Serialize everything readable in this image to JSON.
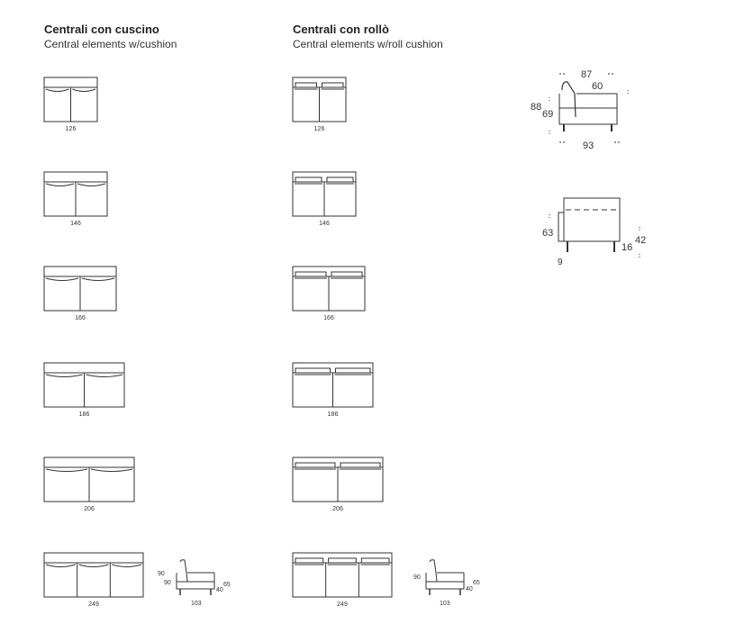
{
  "sections": {
    "cushion": {
      "title": "Centrali con cuscino",
      "subtitle": "Central elements w/cushion"
    },
    "roll": {
      "title": "Centrali con rollò",
      "subtitle": "Central elements w/roll cushion"
    }
  },
  "cushion_modules": [
    {
      "width_label": "126",
      "seats": 2
    },
    {
      "width_label": "146",
      "seats": 2
    },
    {
      "width_label": "166",
      "seats": 2
    },
    {
      "width_label": "186",
      "seats": 2
    },
    {
      "width_label": "206",
      "seats": 2
    },
    {
      "width_label": "249",
      "seats": 3
    }
  ],
  "roll_modules": [
    {
      "width_label": "126",
      "seats": 2
    },
    {
      "width_label": "146",
      "seats": 2
    },
    {
      "width_label": "166",
      "seats": 2
    },
    {
      "width_label": "186",
      "seats": 2
    },
    {
      "width_label": "206",
      "seats": 2
    },
    {
      "width_label": "249",
      "seats": 3
    }
  ],
  "small_side_view": {
    "height_top": "90",
    "height_inner": "90",
    "seat_height": "65",
    "leg_height": "40",
    "depth": "103"
  },
  "side_view_large": {
    "top_depth": "87",
    "seat_depth": "60",
    "total_height": "88",
    "back_height": "69",
    "depth": "93"
  },
  "side_view_roll": {
    "height": "63",
    "seat_height": "42",
    "leg_height": "16",
    "roll_depth": "9"
  }
}
